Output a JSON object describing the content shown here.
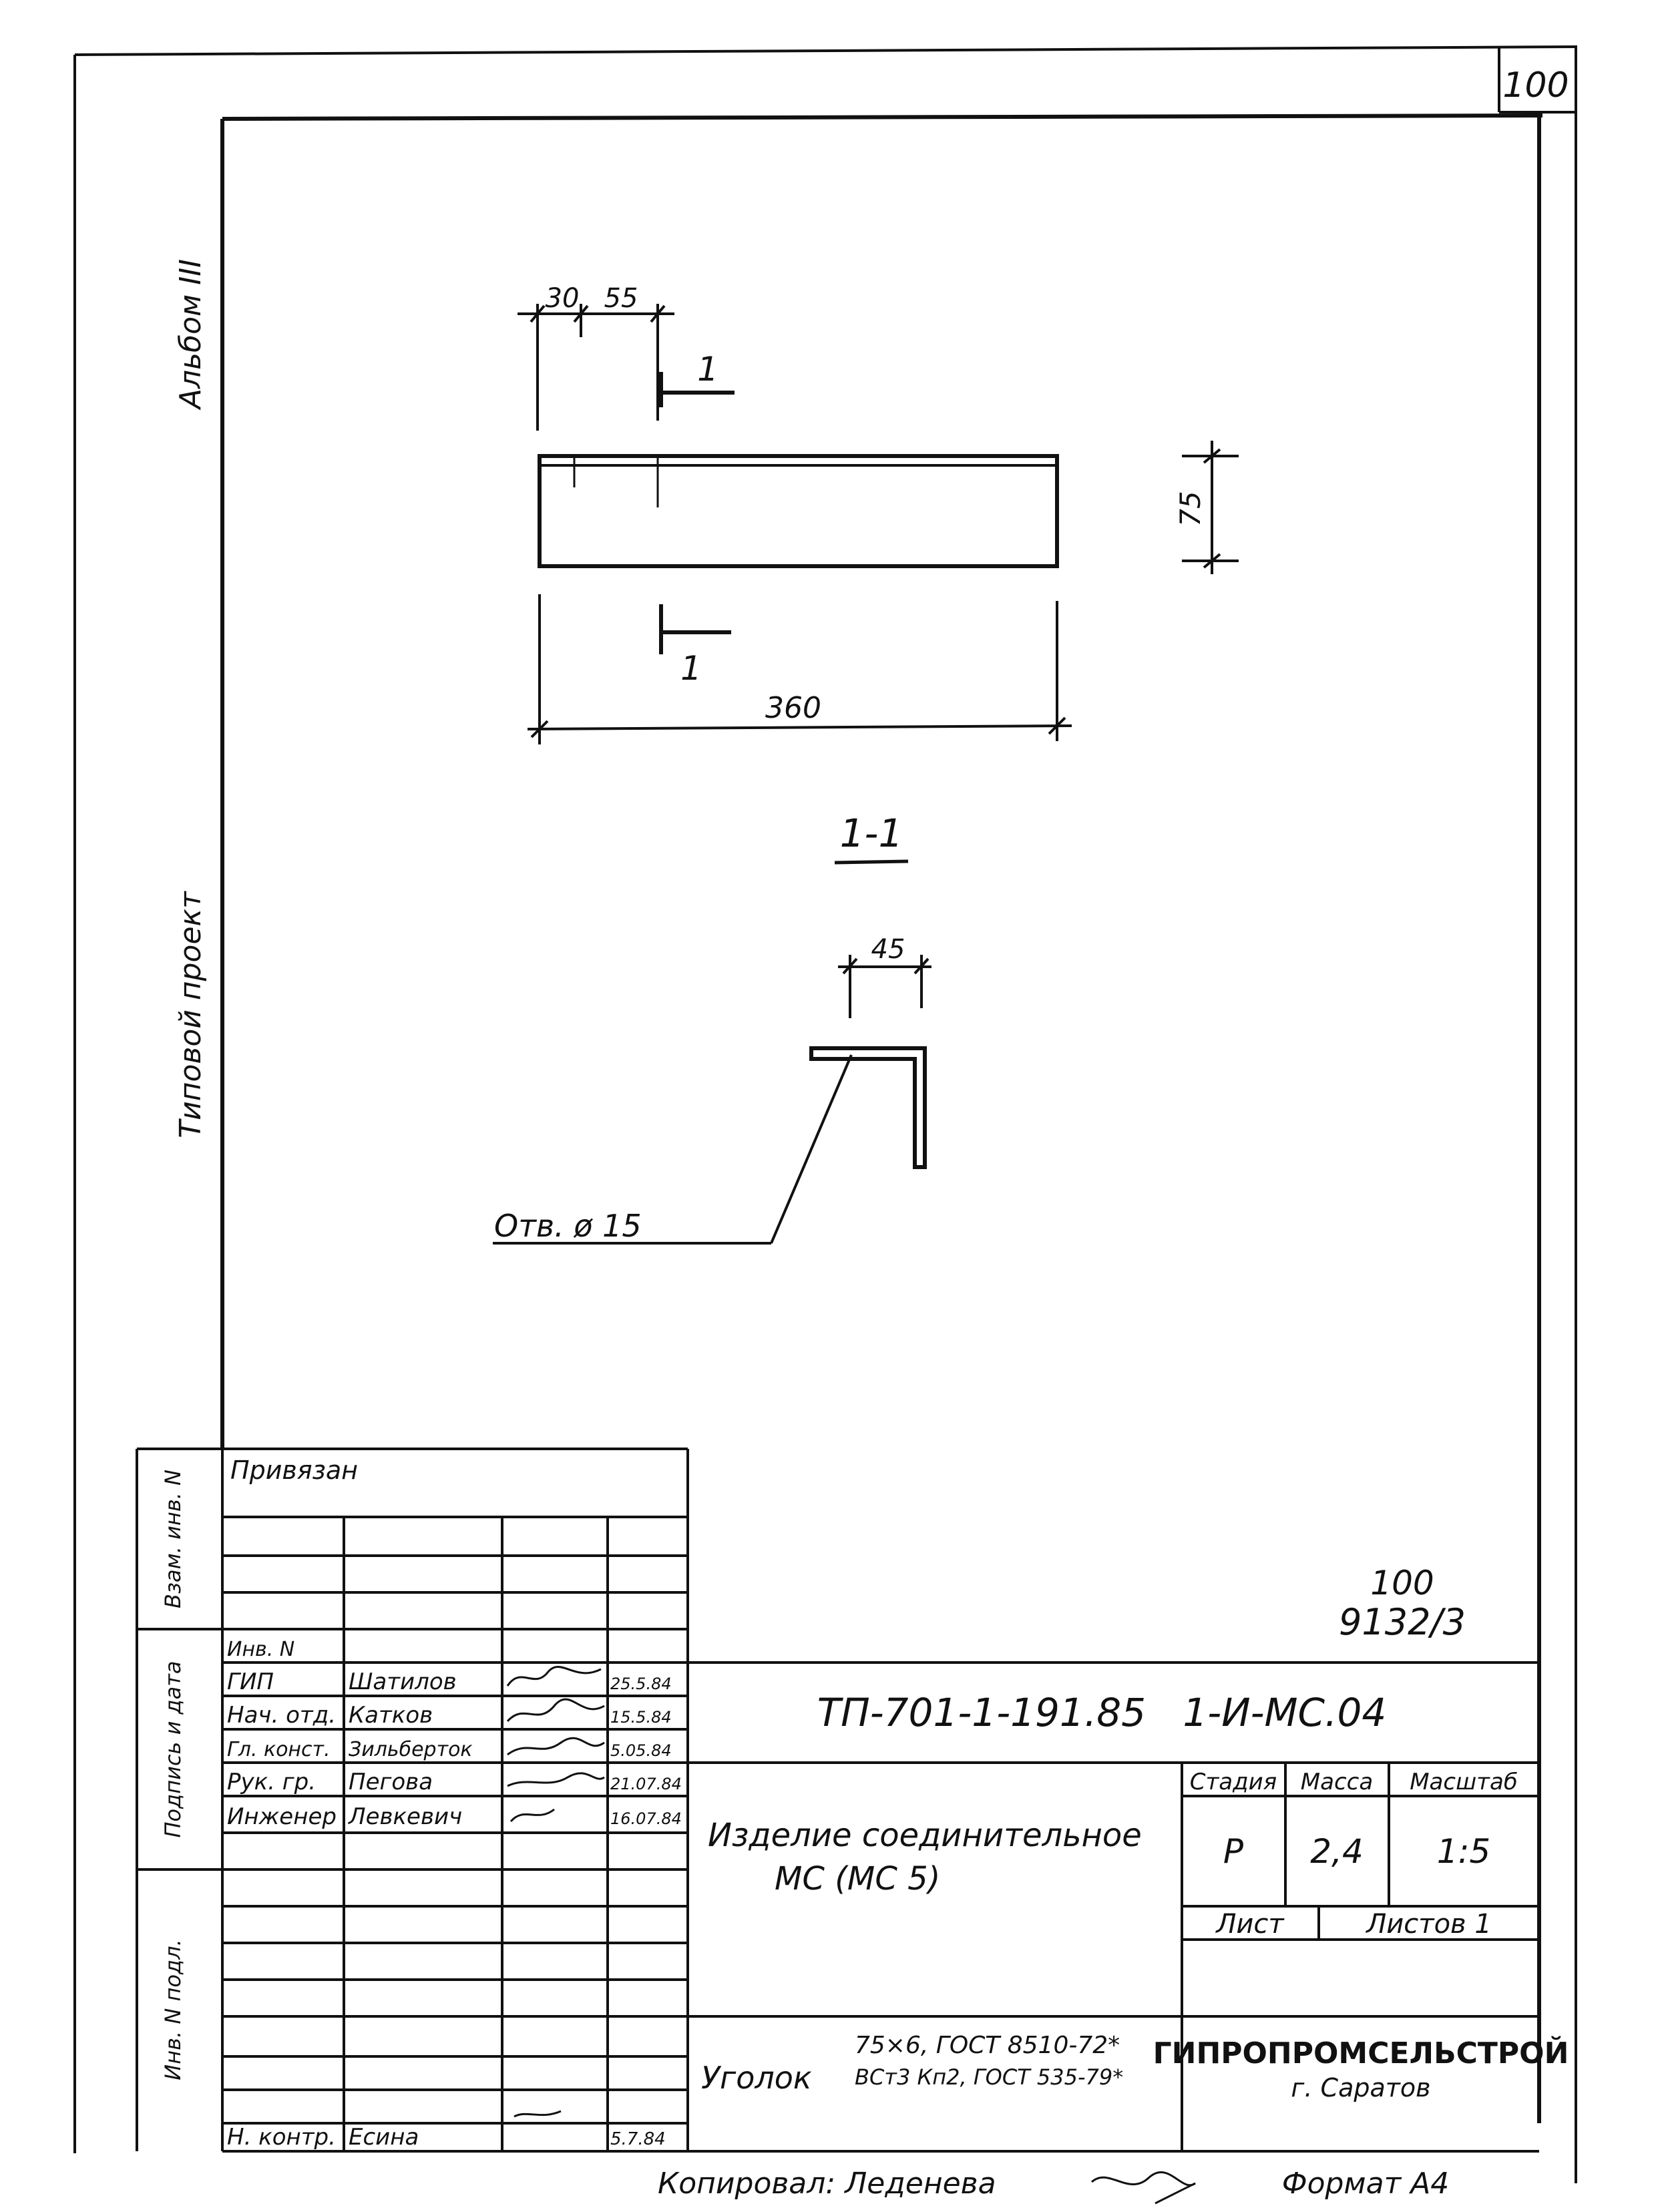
{
  "sheet_number": "100",
  "side_labels": {
    "album": "Альбом III",
    "project": "Типовой проект",
    "row1": "Взам. инв. N",
    "row2": "Подпись и дата",
    "row3": "Инв. N подл."
  },
  "drawing": {
    "dim_30": "30",
    "dim_55": "55",
    "section_mark_top": "1",
    "section_mark_bottom": "1",
    "dim_75": "75",
    "dim_360": "360",
    "section_title": "1-1",
    "dim_45": "45",
    "hole_note": "Отв. ø 15"
  },
  "privyazan": "Привязан",
  "sheet_code": {
    "top": "100",
    "bottom": "9132/3"
  },
  "doc_designation": "ТП-701-1-191.85   1-И-МС.04",
  "signatures": {
    "inv_label": "Инв. N",
    "rows": [
      {
        "role": "ГИП",
        "name": "Шатилов",
        "date": "25.5.84"
      },
      {
        "role": "Нач. отд.",
        "name": "Катков",
        "date": "15.5.84"
      },
      {
        "role": "Гл. конст.",
        "name": "Зильберток",
        "date": "5.05.84"
      },
      {
        "role": "Рук. гр.",
        "name": "Пегова",
        "date": "21.07.84"
      },
      {
        "role": "Инженер",
        "name": "Левкевич",
        "date": "16.07.84"
      }
    ],
    "control": {
      "role": "Н. контр.",
      "name": "Есина",
      "date": "5.7.84"
    }
  },
  "title": {
    "line1": "Изделие соединительное",
    "line2": "МС (МС 5)"
  },
  "stage_table": {
    "headers": [
      "Стадия",
      "Масса",
      "Масштаб"
    ],
    "values": [
      "Р",
      "2,4",
      "1:5"
    ],
    "sheet_label": "Лист",
    "sheets_label": "Листов 1"
  },
  "material": {
    "name": "Уголок",
    "line1": "75×6, ГОСТ 8510-72*",
    "line2": "ВСт3 Кп2, ГОСТ 535-79*"
  },
  "organization": {
    "name": "ГИПРОПРОМСЕЛЬСТРОЙ",
    "city": "г. Саратов"
  },
  "footer": {
    "copied": "Копировал: Леденева",
    "format": "Формат А4"
  }
}
